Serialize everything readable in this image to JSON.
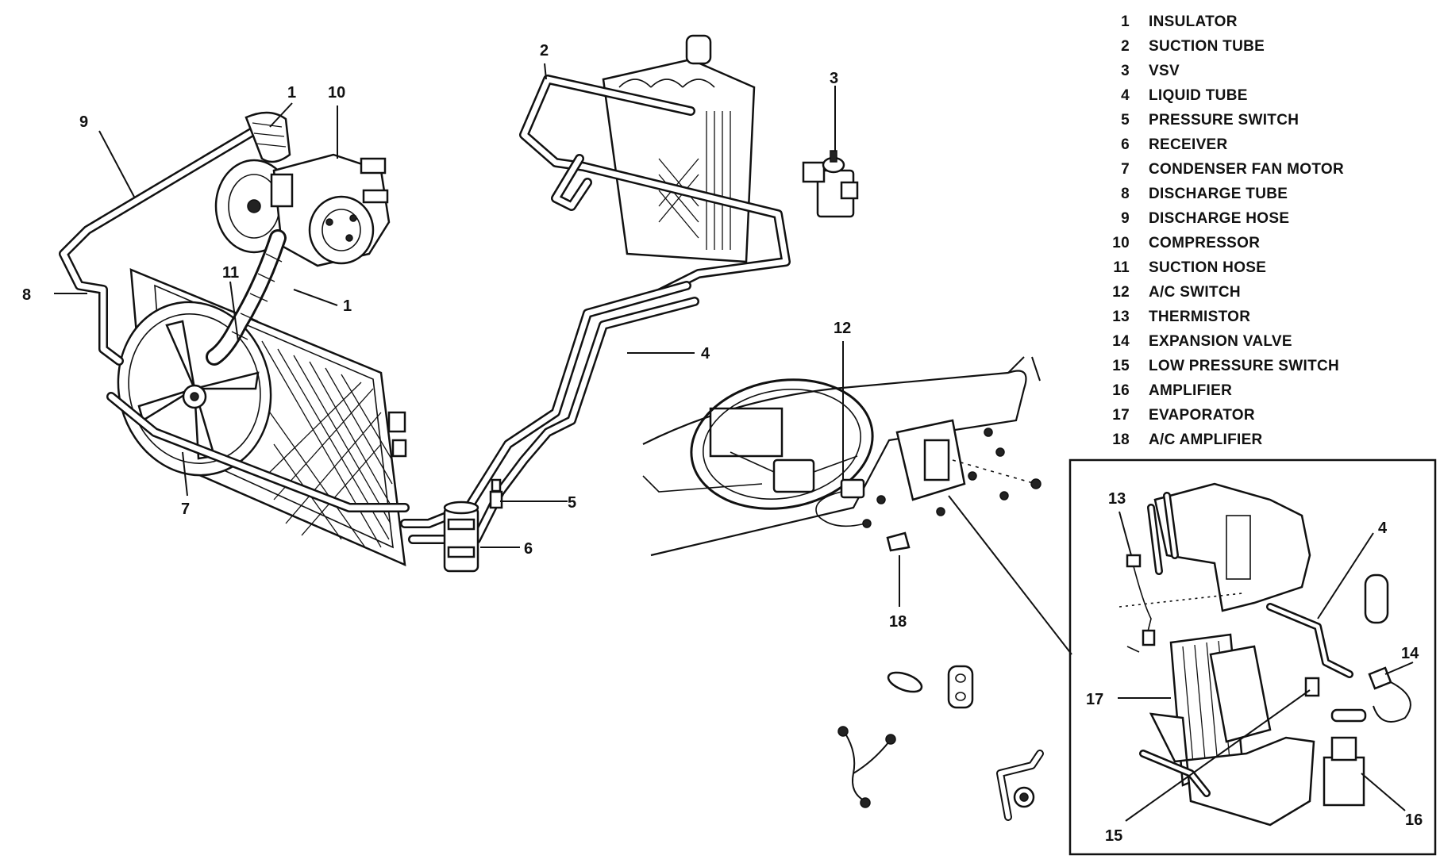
{
  "legend": [
    {
      "number": "1",
      "label": "INSULATOR"
    },
    {
      "number": "2",
      "label": "SUCTION TUBE"
    },
    {
      "number": "3",
      "label": "VSV"
    },
    {
      "number": "4",
      "label": "LIQUID TUBE"
    },
    {
      "number": "5",
      "label": "PRESSURE SWITCH"
    },
    {
      "number": "6",
      "label": "RECEIVER"
    },
    {
      "number": "7",
      "label": "CONDENSER FAN MOTOR"
    },
    {
      "number": "8",
      "label": "DISCHARGE TUBE"
    },
    {
      "number": "9",
      "label": "DISCHARGE HOSE"
    },
    {
      "number": "10",
      "label": "COMPRESSOR"
    },
    {
      "number": "11",
      "label": "SUCTION HOSE"
    },
    {
      "number": "12",
      "label": "A/C SWITCH"
    },
    {
      "number": "13",
      "label": "THERMISTOR"
    },
    {
      "number": "14",
      "label": "EXPANSION VALVE"
    },
    {
      "number": "15",
      "label": "LOW PRESSURE SWITCH"
    },
    {
      "number": "16",
      "label": "AMPLIFIER"
    },
    {
      "number": "17",
      "label": "EVAPORATOR"
    },
    {
      "number": "18",
      "label": "A/C AMPLIFIER"
    }
  ],
  "callouts": {
    "insulator_top": "1",
    "insulator_bottom": "1",
    "suction_tube": "2",
    "vsv": "3",
    "liquid_tube": "4",
    "liquid_tube_inset": "4",
    "pressure_switch": "5",
    "receiver": "6",
    "condenser_fan_motor": "7",
    "discharge_tube": "8",
    "discharge_hose": "9",
    "compressor": "10",
    "suction_hose": "11",
    "ac_switch": "12",
    "thermistor": "13",
    "expansion_valve": "14",
    "low_pressure_switch": "15",
    "amplifier": "16",
    "evaporator": "17",
    "ac_amplifier": "18"
  }
}
